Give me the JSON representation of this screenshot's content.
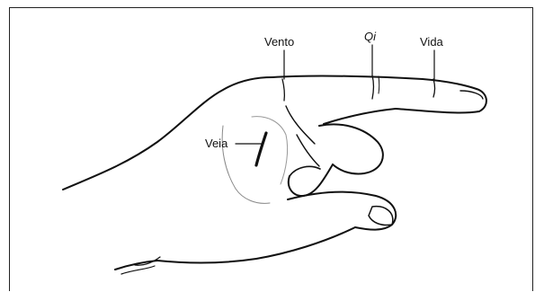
{
  "labels": {
    "vento": "Vento",
    "qi": "Qi",
    "vida": "Vida",
    "veia": "Veia"
  },
  "colors": {
    "ink": "#111111",
    "background": "#ffffff"
  }
}
